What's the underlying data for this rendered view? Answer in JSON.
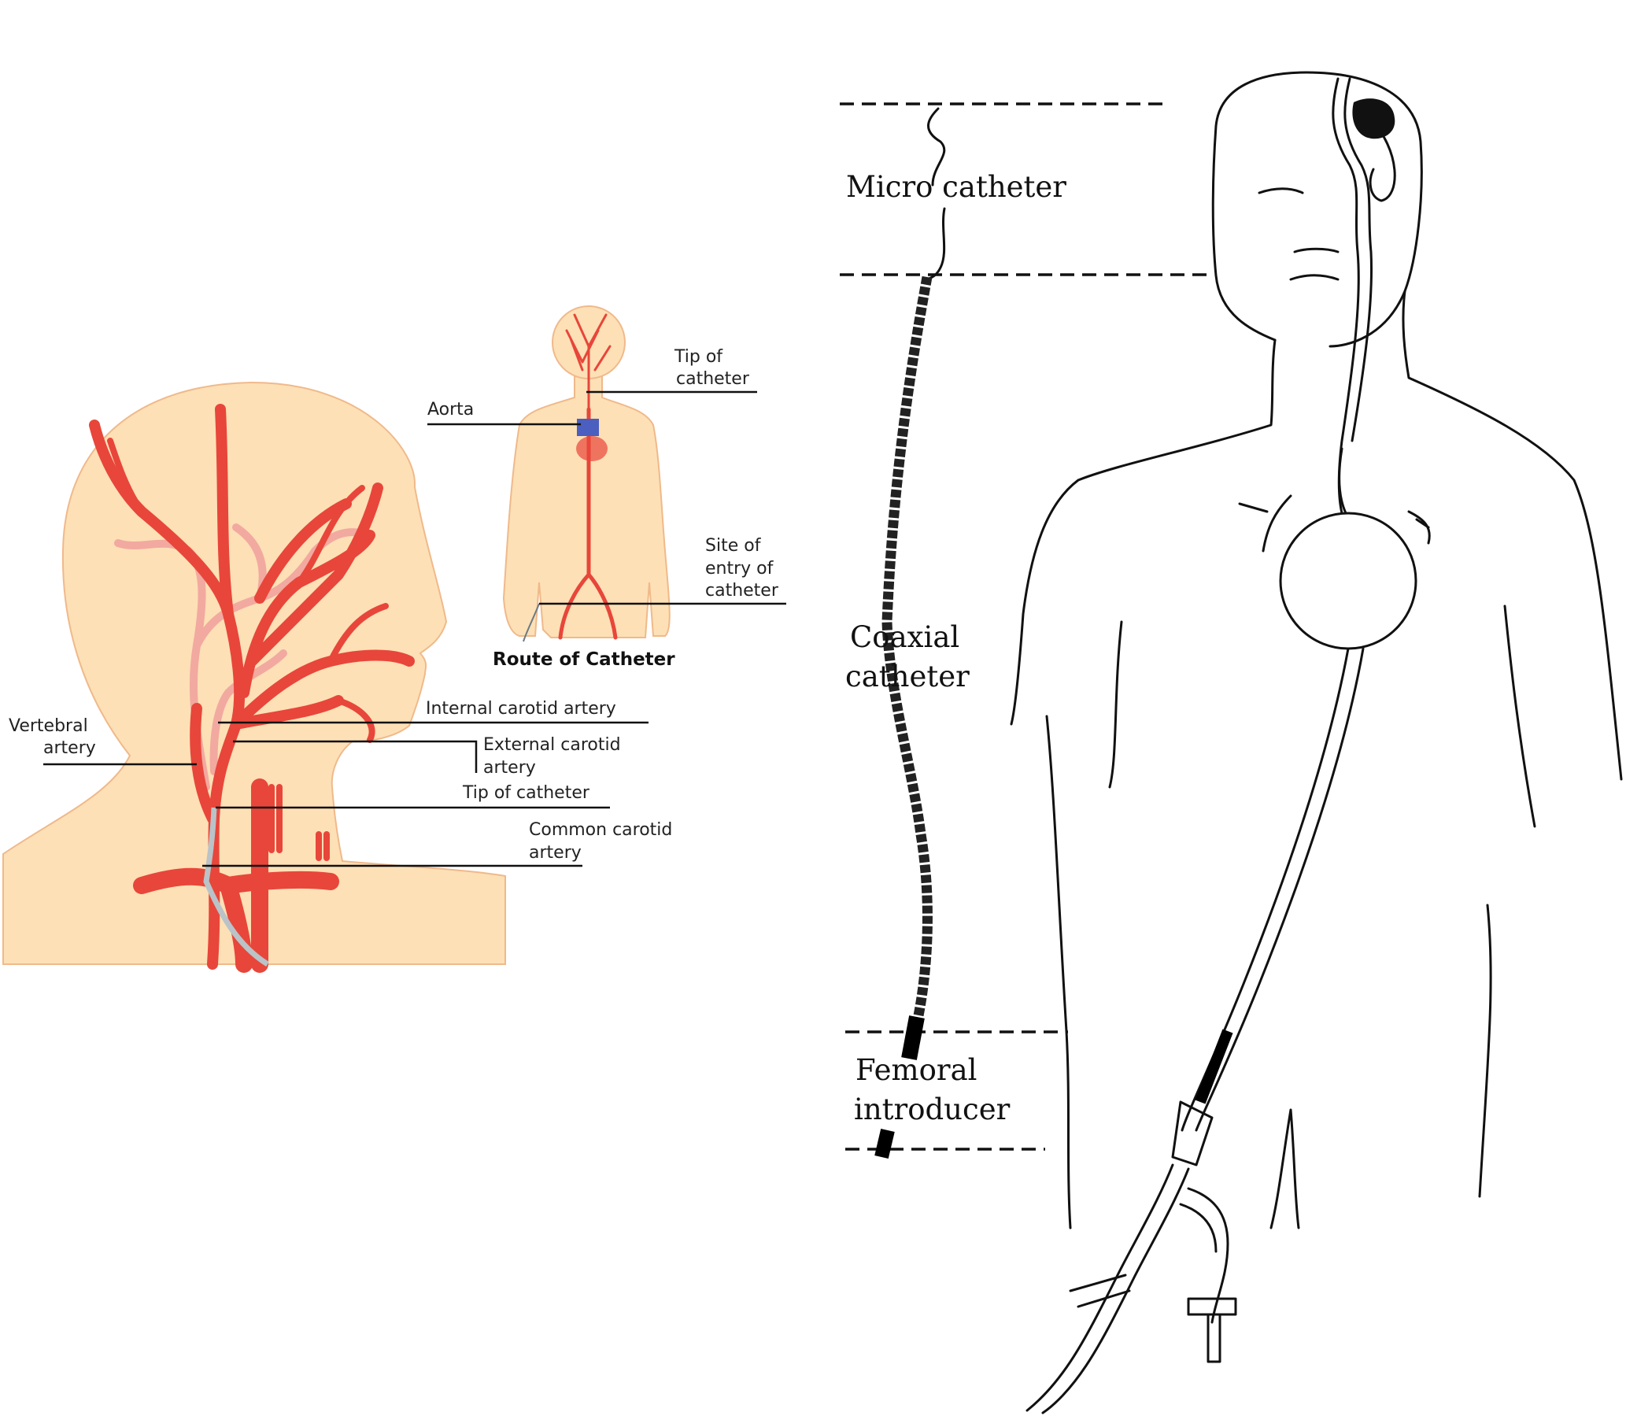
{
  "left_figure": {
    "title": "Route of Catheter",
    "labels": {
      "tip_top": [
        "Tip of",
        "catheter"
      ],
      "aorta": "Aorta",
      "site_entry": [
        "Site of",
        "entry of",
        "catheter"
      ],
      "internal_carotid": "Internal carotid artery",
      "external_carotid": [
        "External carotid",
        "artery"
      ],
      "tip_catheter": "Tip of catheter",
      "common_carotid": [
        "Common carotid",
        "artery"
      ],
      "vertebral": [
        "Vertebral",
        "artery"
      ]
    },
    "colors": {
      "skin": "#fde0b6",
      "artery": "#e8463a",
      "vein": "#f2a9a0",
      "catheter": "#b9c3c8",
      "aorta": "#4a5fc0"
    }
  },
  "right_figure": {
    "labels": {
      "micro": "Micro catheter",
      "coaxial": [
        "Coaxial",
        "catheter"
      ],
      "femoral": [
        "Femoral",
        "introducer"
      ]
    }
  }
}
